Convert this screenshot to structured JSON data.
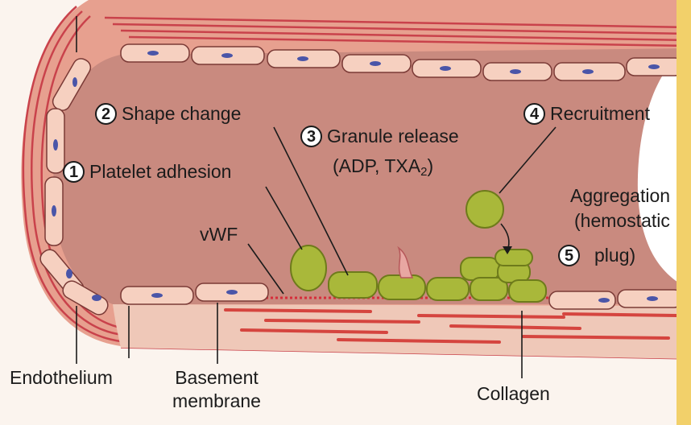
{
  "colors": {
    "wall": "#e7a08f",
    "wall_stripe": "#c9424b",
    "lumen": "#c98a7f",
    "endothelium": "#f6d0c0",
    "nucleus": "#4a55a8",
    "platelet": "#a9b83a",
    "platelet_dark": "#6e7b1b",
    "plug": "#ffffff",
    "page_edge": "#f2d06a"
  },
  "steps": [
    {
      "number": "1",
      "label": "Platelet adhesion"
    },
    {
      "number": "2",
      "label": "Shape change"
    },
    {
      "number": "3",
      "label": "Granule release",
      "detail_pre": "(ADP, TXA",
      "detail_sub": "2",
      "detail_post": ")"
    },
    {
      "number": "4",
      "label": "Recruitment"
    },
    {
      "number": "5",
      "label_line1": "Aggregation",
      "label_line2": "(hemostatic",
      "label_line3": "plug)"
    }
  ],
  "labels": {
    "vwf": "vWF",
    "endothelium": "Endothelium",
    "basement_line1": "Basement",
    "basement_line2": "membrane",
    "collagen": "Collagen"
  }
}
